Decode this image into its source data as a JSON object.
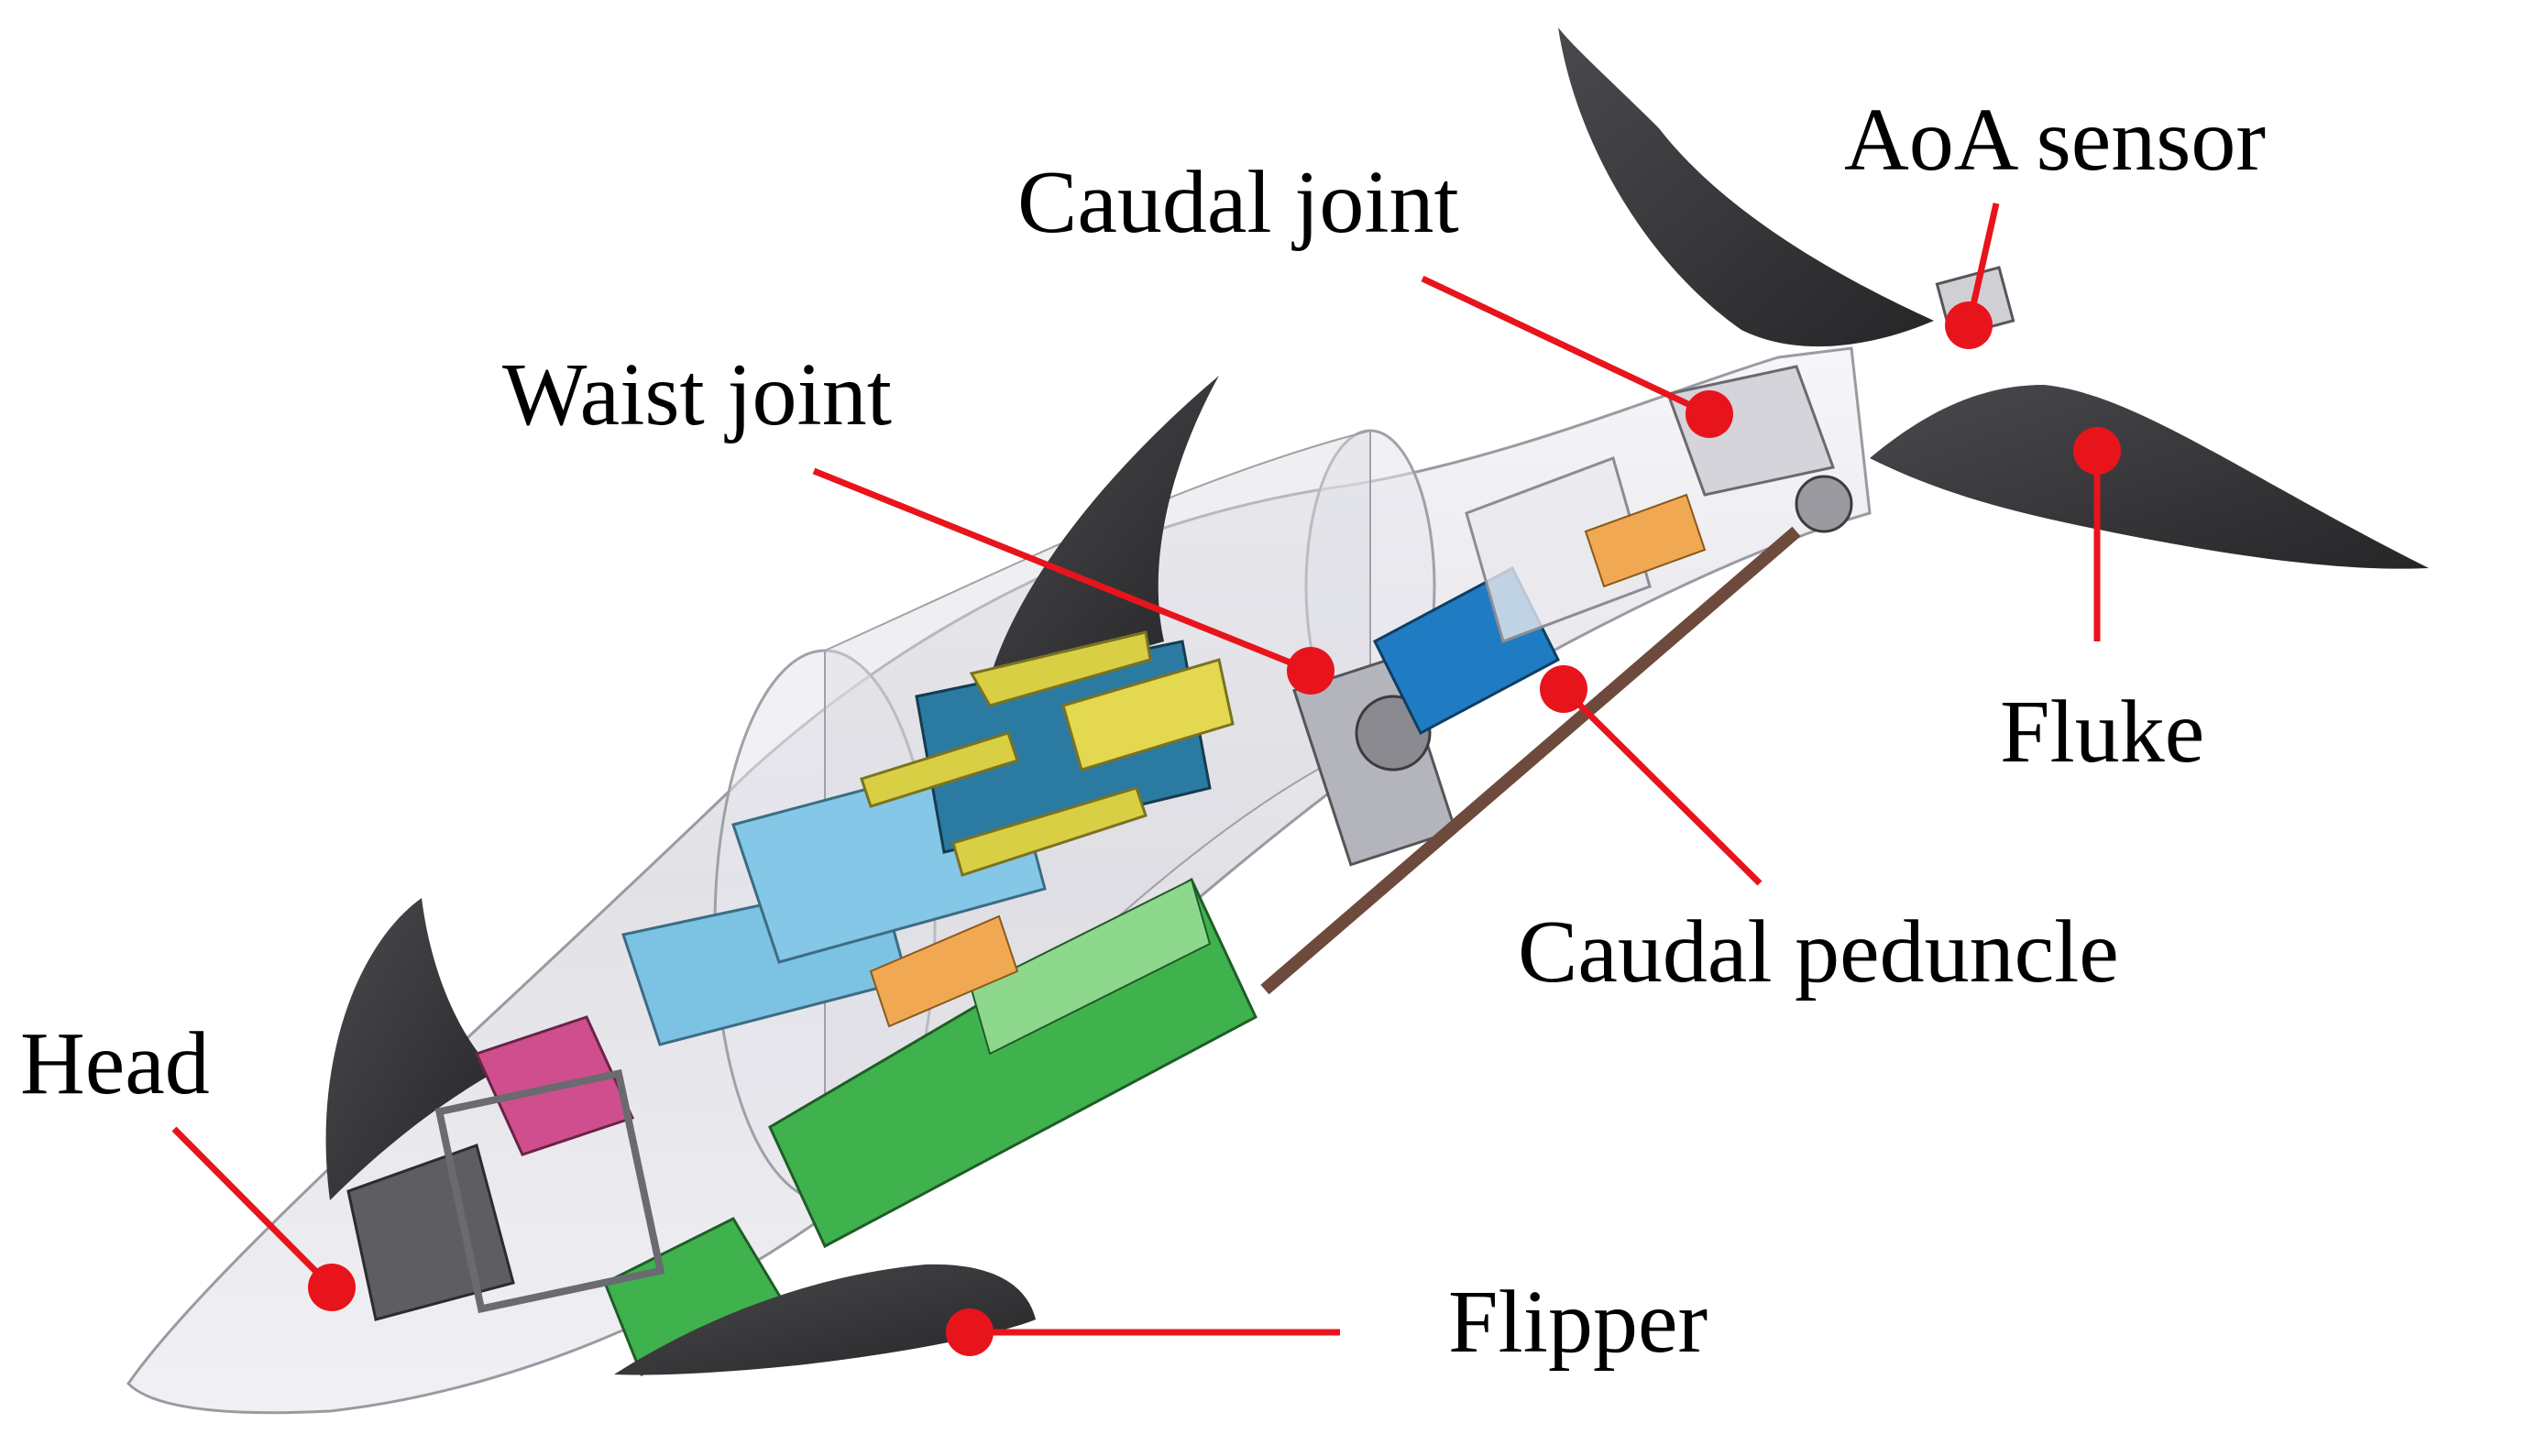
{
  "labels": {
    "aoa_sensor": "AoA sensor",
    "caudal_joint": "Caudal joint",
    "waist_joint": "Waist joint",
    "fluke": "Fluke",
    "caudal_peduncle": "Caudal peduncle",
    "head": "Head",
    "flipper": "Flipper"
  },
  "colors": {
    "callout": "#e8141c",
    "fin": "#3c3c3e",
    "shell": "#dcdce2",
    "yellow": "#d8cf45",
    "teal": "#2b7aa2",
    "light_blue": "#7cc3e3",
    "green": "#3fb24e",
    "light_green": "#8ed88e",
    "magenta": "#cf4f8e",
    "orange": "#f0a853",
    "steel_blue": "#1f7cc2"
  }
}
